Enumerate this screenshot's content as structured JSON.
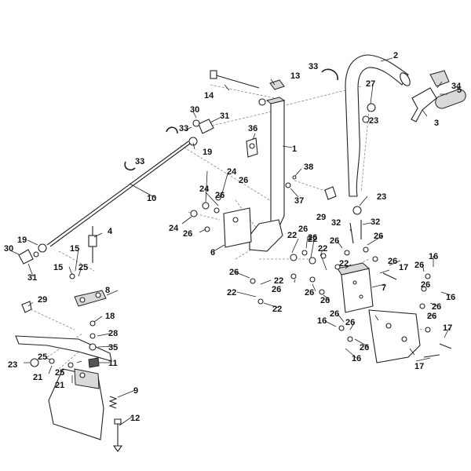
{
  "diagram": {
    "callouts": [
      "2",
      "33",
      "34",
      "27",
      "13",
      "14",
      "30",
      "31",
      "5",
      "23",
      "3",
      "33",
      "36",
      "1",
      "19",
      "33",
      "38",
      "10",
      "24",
      "26",
      "24",
      "26",
      "37",
      "29",
      "23",
      "24",
      "26",
      "6",
      "4",
      "19",
      "15",
      "15",
      "25",
      "30",
      "31",
      "22",
      "26",
      "22",
      "26",
      "22",
      "22",
      "32",
      "32",
      "26",
      "26",
      "26",
      "26",
      "17",
      "16",
      "26",
      "26",
      "22",
      "22",
      "26",
      "26",
      "22",
      "7",
      "26",
      "16",
      "29",
      "8",
      "26",
      "26",
      "26",
      "18",
      "28",
      "35",
      "11",
      "26",
      "16",
      "17",
      "23",
      "25",
      "21",
      "25",
      "21",
      "16",
      "26",
      "17",
      "9",
      "12"
    ]
  }
}
